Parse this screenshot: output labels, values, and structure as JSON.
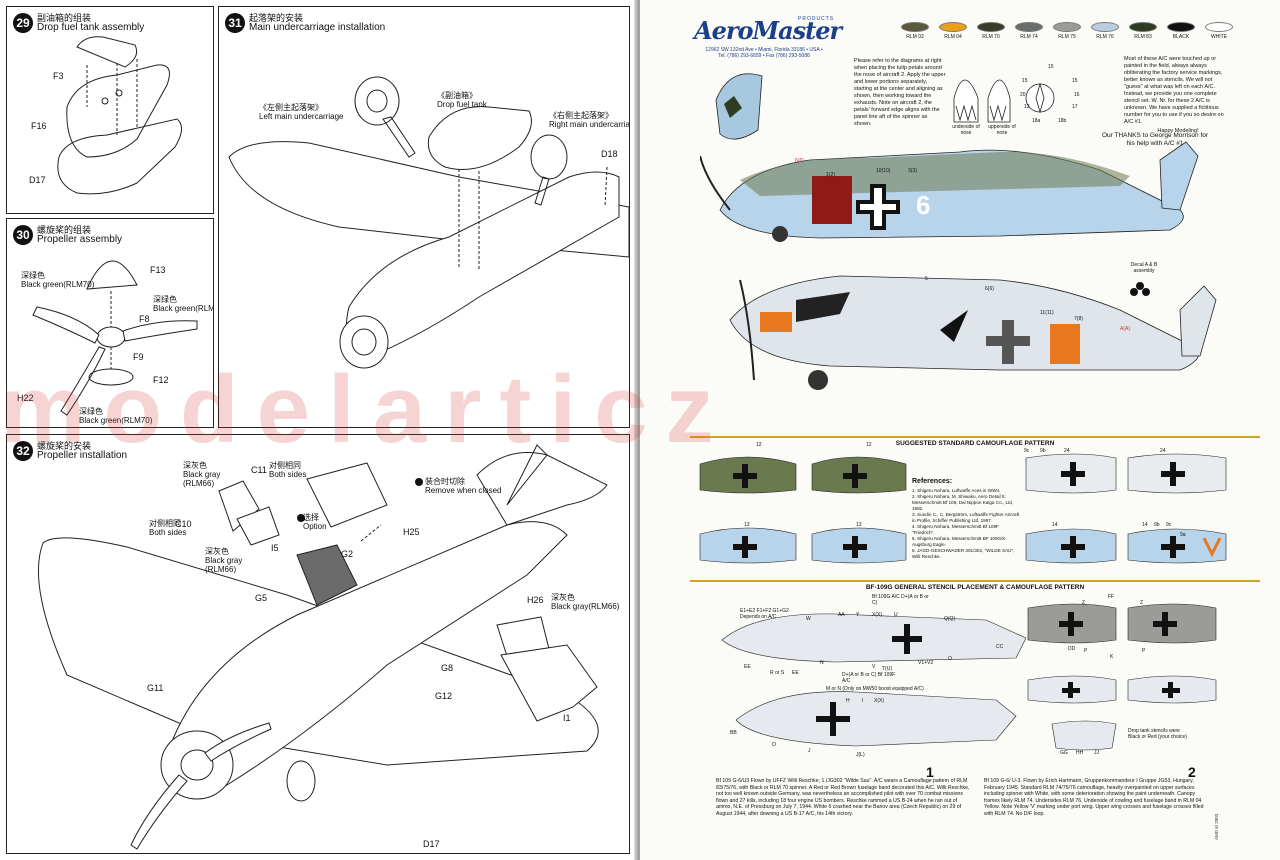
{
  "watermark": "modelarticz",
  "left_page": {
    "step29": {
      "num": "29",
      "zh": "副油箱的组装",
      "en": "Drop fuel tank assembly",
      "parts": [
        "F3",
        "F16",
        "D17"
      ]
    },
    "step30": {
      "num": "30",
      "zh": "螺旋桨的组装",
      "en": "Propeller assembly",
      "parts": [
        "F13",
        "F8",
        "F9",
        "F12",
        "H22"
      ],
      "colors": {
        "left_zh": "深绿色",
        "left_en": "Black green(RLM70)",
        "right_zh": "深绿色",
        "right_en": "Black green(RLM70)",
        "bottom_zh": "深绿色",
        "bottom_en": "Black green(RLM70)"
      }
    },
    "step31": {
      "num": "31",
      "zh": "起落架的安装",
      "en": "Main undercarriage installation",
      "labels": {
        "left_zh": "《左侧主起落架》",
        "left_en": "Left main undercarriage",
        "tank_zh": "《副油箱》",
        "tank_en": "Drop fuel tank",
        "right_zh": "《右侧主起落架》",
        "right_en": "Right main undercarriage"
      },
      "parts": [
        "D18"
      ]
    },
    "step32": {
      "num": "32",
      "zh": "螺旋桨的安装",
      "en": "Propeller installation",
      "labels": {
        "c11_zh": "深灰色",
        "c11_en": "Black gray",
        "c11_code": "(RLM66)",
        "c11_part": "C11",
        "c11_side_zh": "对侧相同",
        "c11_side_en": "Both sides",
        "c10_side_zh": "对侧相同",
        "c10_side_en": "Both sides",
        "c10_part": "C10",
        "c10_zh": "深灰色",
        "c10_en": "Black gray",
        "c10_code": "(RLM66)",
        "i5": "I5",
        "option_zh": "选择",
        "option_en": "Option",
        "remove_zh": "装合时切除",
        "remove_en": "Remove when closed",
        "h26_part": "H26",
        "h26_zh": "深灰色",
        "h26_en": "Black gray(RLM66)"
      },
      "parts": [
        "G2",
        "H25",
        "G5",
        "G8",
        "G11",
        "G12",
        "I1",
        "D17"
      ]
    }
  },
  "right_page": {
    "brand": "AeroMaster",
    "products": "PRODUCTS",
    "address1": "12962 SW 132nd Ave • Miami, Florida 33186 • USA •",
    "address2": "Tel. (786) 293-6659 • Fax (786) 293-5086",
    "swatches": [
      {
        "name": "RLM 02",
        "color": "#5b5a3c"
      },
      {
        "name": "RLM 04",
        "color": "#e9a01b"
      },
      {
        "name": "RLM 70",
        "color": "#3a3b2b"
      },
      {
        "name": "RLM 74",
        "color": "#6a6f6c"
      },
      {
        "name": "RLM 75",
        "color": "#9b9c98"
      },
      {
        "name": "RLM 76",
        "color": "#b8cde0"
      },
      {
        "name": "RLM 83",
        "color": "#2e3d22"
      },
      {
        "name": "BLACK",
        "color": "#111111"
      },
      {
        "name": "WHITE",
        "color": "#ffffff"
      }
    ],
    "instructions": "Please refer to the diagrams at right when placing the tulip petals around the nose of aircraft 2. Apply the upper and lower portions separately, starting at the center and aligning as shown, then working toward the exhausts. Note on aircraft 2, the petals' forward edge aligns with the panel line aft of the spinner as shown.",
    "nose_labels": {
      "under": "underside of nose",
      "upper": "upperside of nose"
    },
    "dims": [
      "15",
      "15",
      "15",
      "20",
      "16",
      "13",
      "17",
      "18a",
      "18b"
    ],
    "stencil_note": "Most of these A/C were touched up or painted in the field, always always obliterating the factory service markings, better known as stencils. We will not \"guess\" at what was left on each A/C. Instead, we provide you one complete stencil set. W. Nr. for these 2 A/C is unknown. We have supplied a fictitious number for you to use if you so desire on A/C #1.",
    "happy": "Happy Modeling!",
    "thanks": "Our THANKS to George Morrison for his help with A/C #1",
    "ac1_marks": {
      "code": "6",
      "labels": [
        "6(6)",
        "1(2)",
        "10(10)",
        "3(3)"
      ]
    },
    "ac2_marks": {
      "labels": [
        "5",
        "6(6)",
        "11(11)",
        "7(8)",
        "A(A)"
      ]
    },
    "decal_note": "Decal A & B assembly",
    "camo_header": "SUGGESTED STANDARD CAMOUFLAGE PATTERN",
    "camo_nums": [
      "12",
      "12",
      "13",
      "13",
      "9c",
      "9b",
      "24",
      "24",
      "14",
      "14",
      "9b",
      "9c",
      "9a"
    ],
    "ref_title": "References:",
    "references": [
      "1. Shigeru Nohara, Luftwaffe Aces in WWII.",
      "2. Shigeru Nohara, M. Shiwaku, Aero Detail 5: Messerschmitt Bf 109, Dai Nippon Kaiga Co., Ltd, 1992.",
      "3. Sundin C., C. Bergström, Luftwaffe Fighter Aircraft in Profile, Schiffer Publishing Ltd, 1997.",
      "4. Shigeru Nohara, Messerschmitt Bf 109F \"Friedrich\".",
      "5. Shigeru Nohara, Messerschmitt BF 109G/K Augsburg Eagle.",
      "6. JAGD-GESCHWADER 301/302, \"WILDE SAU\", Willi Reschke."
    ],
    "stencil_header": "BF-109G GENERAL STENCIL PLACEMENT & CAMOUFLAGE PATTERN",
    "stencil_labels": {
      "depends": "E1+E2 F1+F2 G1+G2 Depends on A/C",
      "w": "W",
      "aa": "AA",
      "y": "Y",
      "xx": "X(X)",
      "u": "U",
      "bf109g": "Bf 109G A/C D+(A or B or C)",
      "qq": "Q(Q)",
      "cc": "CC",
      "ee": "EE",
      "rs": "R or S",
      "ee2": "EE",
      "n": "N",
      "v": "V",
      "tu": "T(U)",
      "v12": "V1+V2",
      "o": "O",
      "bf109f": "D+(A or B or C) Bf 109F A/C",
      "mn": "M or N (Only on MW50 boost equipped A/C)",
      "h": "H",
      "i": "I",
      "xx2": "X(X)",
      "bb": "BB",
      "o2": "O",
      "j": "J",
      "jjl": "J(L)",
      "ff": "FF",
      "z": "Z",
      "z2": "Z",
      "dd": "DD",
      "p": "P",
      "k": "K",
      "p2": "P",
      "gg": "GG",
      "hh": "HH",
      "jj": "JJ",
      "drop_tank": "Drop tank stencils were Black or Red (your choice)"
    },
    "caption1": {
      "num": "1",
      "text": "Bf 109 G-6/U3 Flown by UFFZ Willi Reschke, 1./JG302 \"Wilde Sau\". A/C wears a Camouflage pattern of RLM 83/75/76, with Black or RLM 70 spinner. A Red or Red Brown fuselage band decorated this A/C. Willi Reschke, not too well known outside Germany, was nevertheless an accomplished pilot with over 70 combat missions flown and 27 kills, including 18 four engine US bombers. Reschke rammed a US B-24 when he ran out of ammo, N.E. of Pressburg on July 7, 1944. White 6 crashed near the Banov area (Czech Republic) on 29 of August 1944, after downing a US B-17 A/C, his 14th victory."
    },
    "caption2": {
      "num": "2",
      "text": "Bf 109 G-6/ U-3. Flown by Erich Hartmann, Gruppenkommandeur I Gruppe JG53, Hungary, February 1945. Standard RLM 74/75/76 camouflage, heavily overpainted on upper surfaces including spinner with White, with some deterioration showing the paint underneath. Canopy frames likely RLM 74. Undersides RLM 76. Underside of cowling and fuselage band in RLM 04 Yellow. Note Yellow 'V' marking under port wing. Upper wing crosses and fuselage crosses filled with RLM 74. No D/F loop."
    },
    "side_code": "AMD 6/ 2003"
  }
}
